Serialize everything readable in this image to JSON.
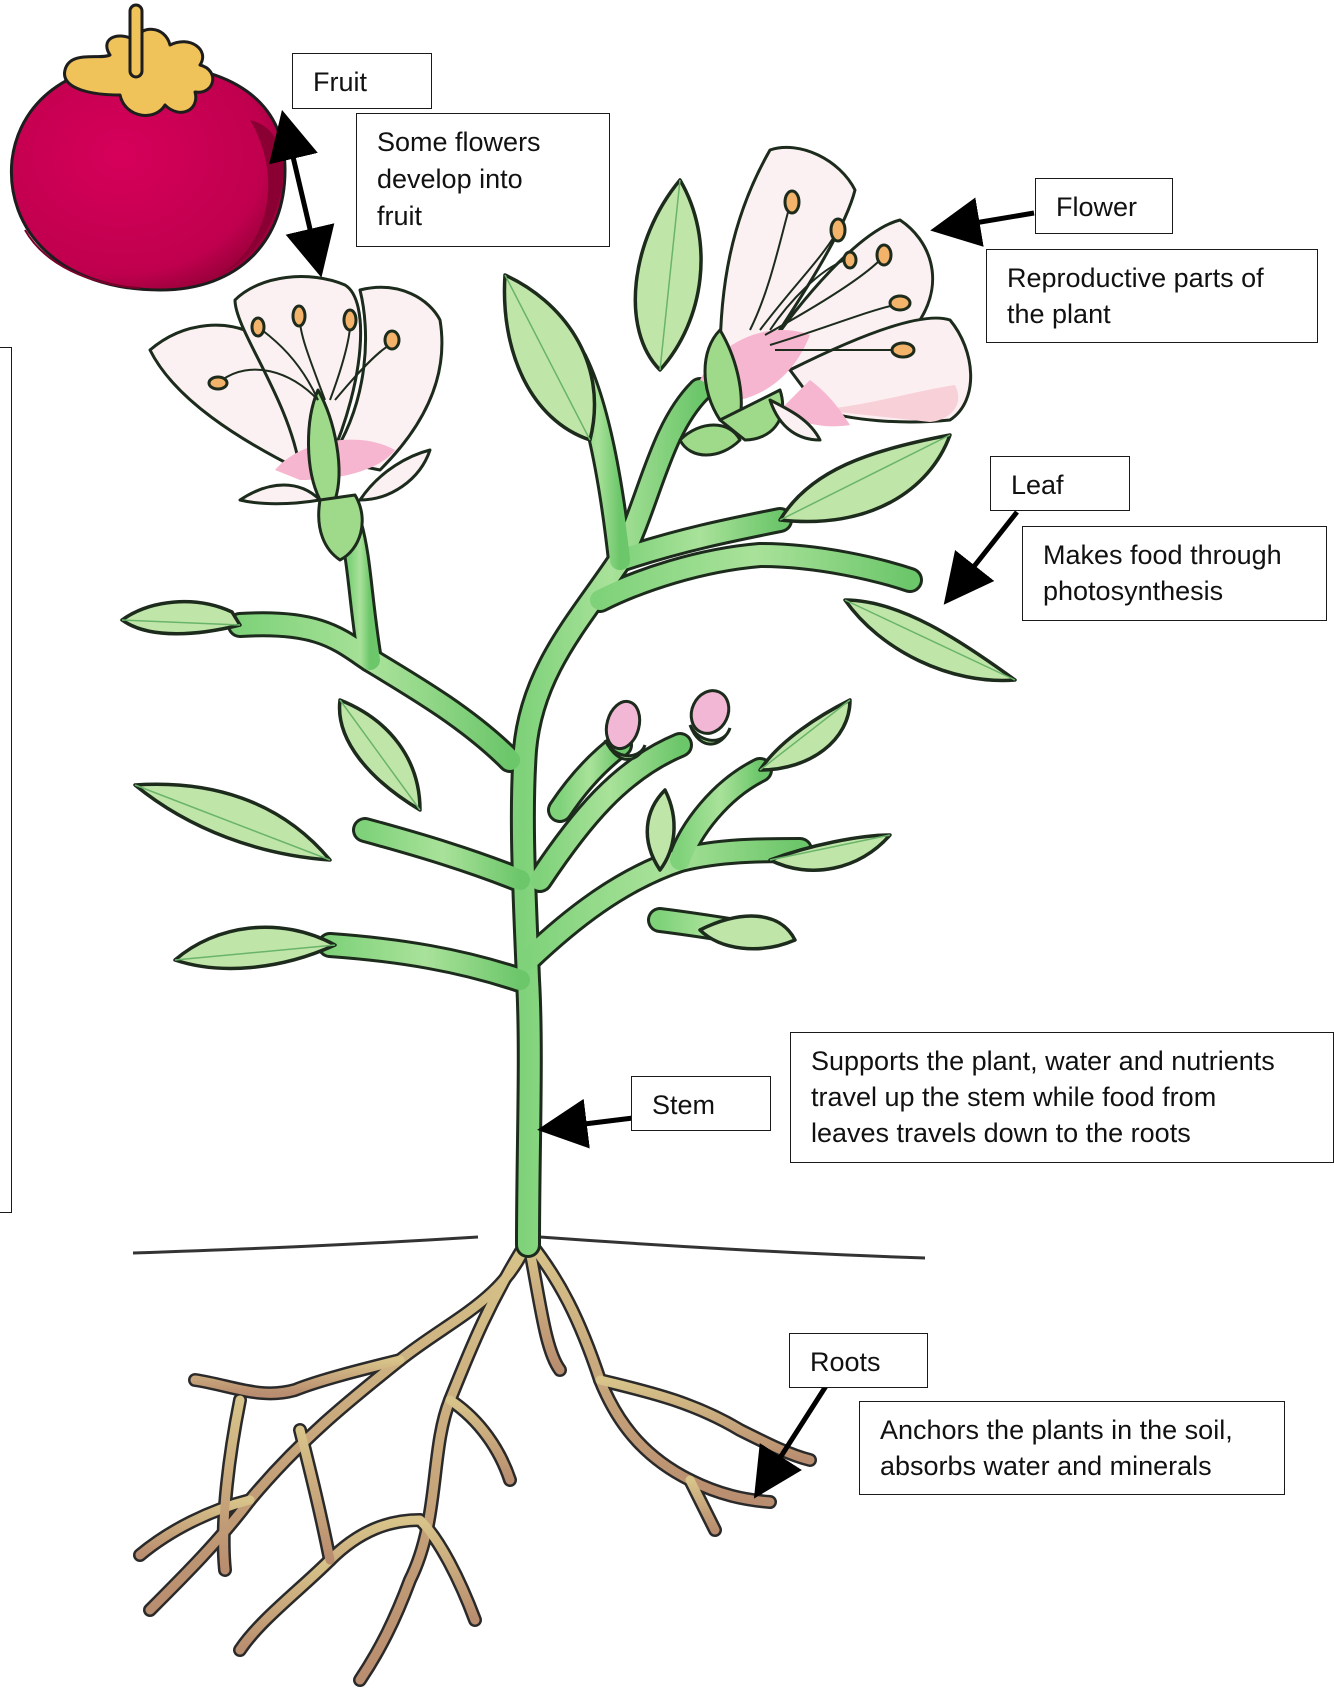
{
  "labels": {
    "fruit": {
      "name": "Fruit",
      "description_lines": [
        "Some flowers",
        "develop into",
        "fruit"
      ]
    },
    "flower": {
      "name": "Flower",
      "description_lines": [
        "Reproductive parts of",
        "the plant"
      ]
    },
    "leaf": {
      "name": "Leaf",
      "description_lines": [
        "Makes food through",
        "photosynthesis"
      ]
    },
    "stem": {
      "name": "Stem",
      "description_lines": [
        "Supports the plant, water and nutrients",
        "travel up the stem while food from",
        "leaves travels down to the roots"
      ]
    },
    "roots": {
      "name": "Roots",
      "description_lines": [
        "Anchors the plants in the soil,",
        "absorbs water and minerals"
      ]
    }
  },
  "colors": {
    "leaf_fill": "#bfe6a8",
    "stem_fill": "#8fd88a",
    "outline": "#1d2b1d",
    "petal_fill": "#fbf1f3",
    "petal_center": "#f7b6cf",
    "anther": "#f4b36a",
    "fruit_body": "#c4004f",
    "fruit_shade": "#8c0034",
    "fruit_cap": "#f0c25a",
    "root_fill": "#c9a382",
    "soil_line": "#333333",
    "arrow": "#000000"
  }
}
